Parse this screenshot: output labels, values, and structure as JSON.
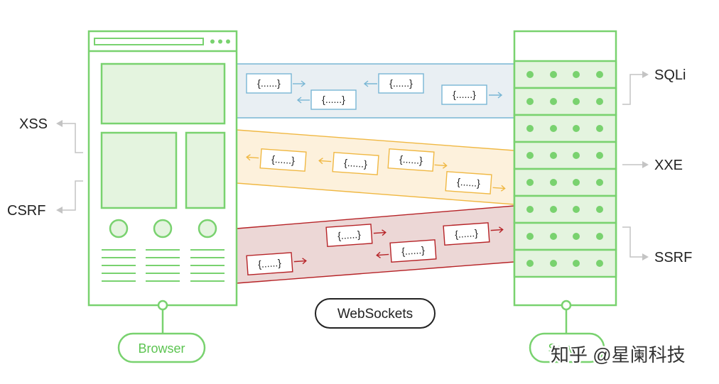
{
  "labels": {
    "xss": "XSS",
    "csrf": "CSRF",
    "sqli": "SQLi",
    "xxe": "XXE",
    "ssrf": "SSRF",
    "websockets": "WebSockets",
    "browser": "Browser",
    "server": "Server"
  },
  "message_text": "{......}",
  "watermark": "知乎 @星阑科技",
  "colors": {
    "green": "#79d26f",
    "green_fill": "#e4f4df",
    "blue": "#78b6d4",
    "blue_fill": "#e9eff3",
    "orange": "#f0b843",
    "orange_fill": "#fdf1dc",
    "red": "#b62327",
    "red_fill": "#ecd7d6",
    "arrow_gray": "#c4c4c4"
  }
}
